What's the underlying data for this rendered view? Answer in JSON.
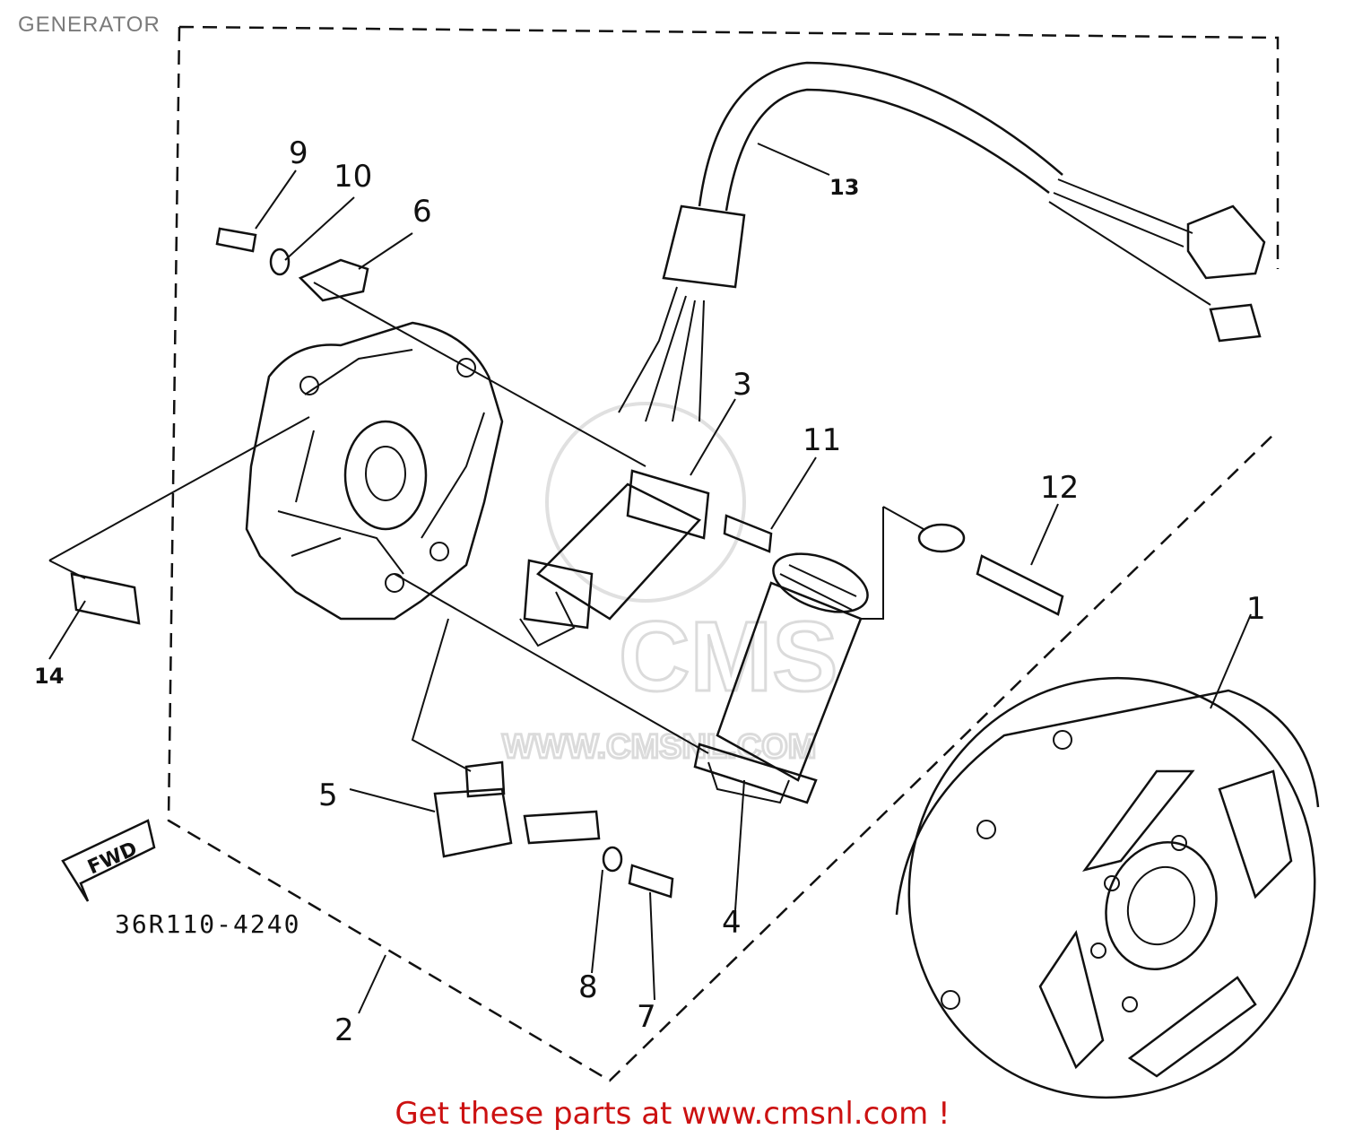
{
  "page": {
    "title": "GENERATOR"
  },
  "footer": {
    "text": "Get these parts at www.cmsnl.com !"
  },
  "diagram": {
    "part_code": "36R110-4240",
    "direction_label": "FWD",
    "callouts": [
      "1",
      "2",
      "3",
      "4",
      "5",
      "6",
      "7",
      "8",
      "9",
      "10",
      "11",
      "12",
      "13",
      "14"
    ]
  },
  "watermark": {
    "brand": "CMS",
    "url": "WWW.CMSNL.COM"
  }
}
